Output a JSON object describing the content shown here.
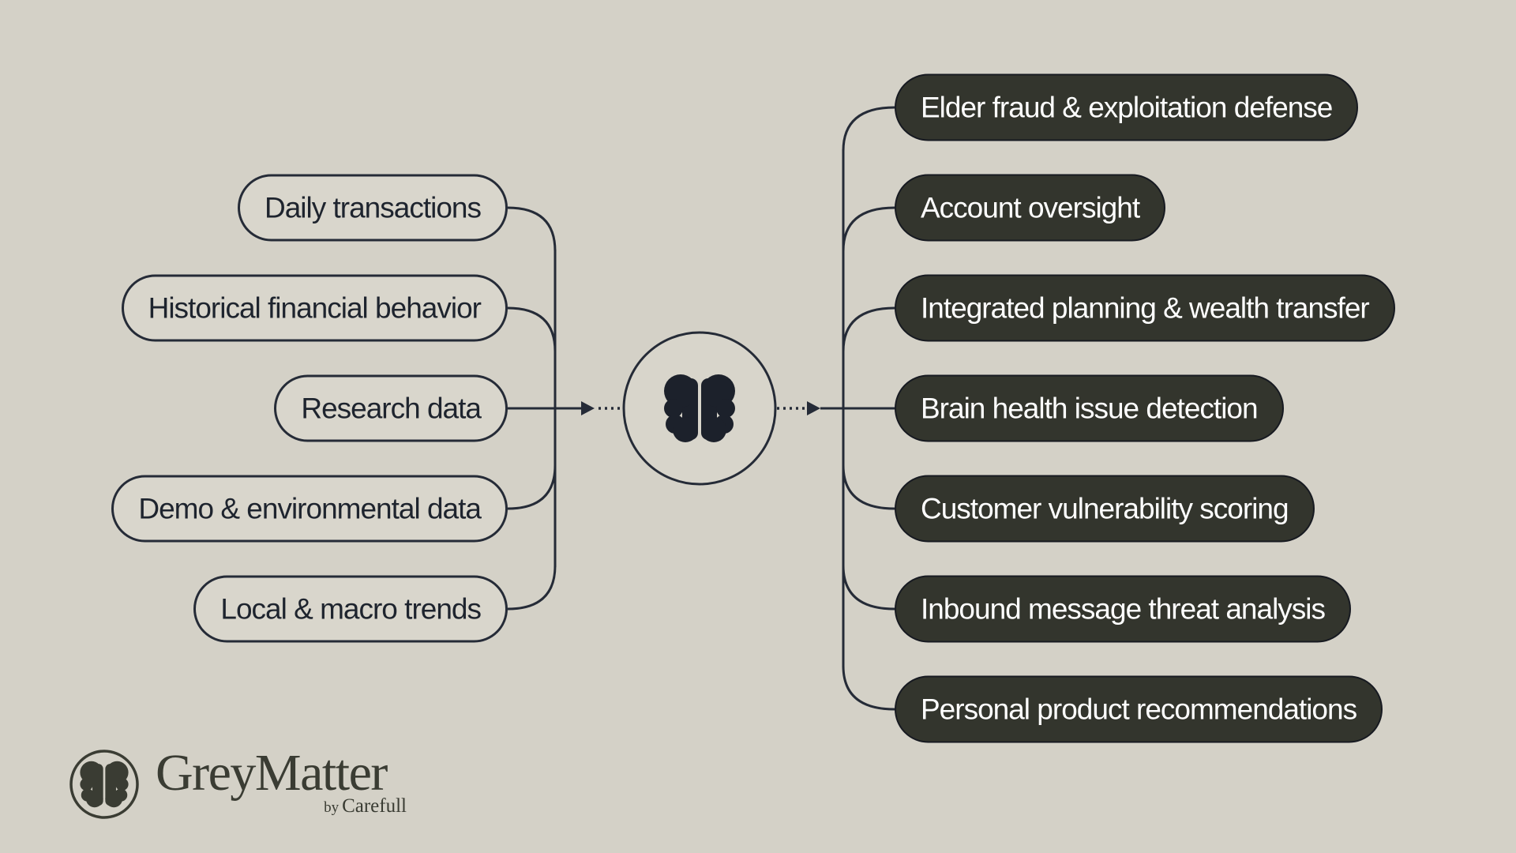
{
  "diagram": {
    "inputs": [
      "Daily transactions",
      "Historical financial behavior",
      "Research data",
      "Demo & environmental data",
      "Local & macro trends"
    ],
    "outputs": [
      "Elder fraud & exploitation defense",
      "Account oversight",
      "Integrated planning & wealth transfer",
      "Brain health issue detection",
      "Customer vulnerability scoring",
      "Inbound message threat analysis",
      "Personal product recommendations"
    ]
  },
  "logo": {
    "brand": "GreyMatter",
    "byline_by": "by",
    "byline_name": "Carefull"
  },
  "colors": {
    "background": "#d4d1c7",
    "pill_light_fill": "#d9d6cc",
    "pill_dark_fill": "#33352d",
    "line_ink": "#252b37",
    "brain_icon": "#1c212b",
    "logo_ink": "#3a3c33",
    "text_dark": "#1e242e",
    "text_light": "#ffffff"
  }
}
